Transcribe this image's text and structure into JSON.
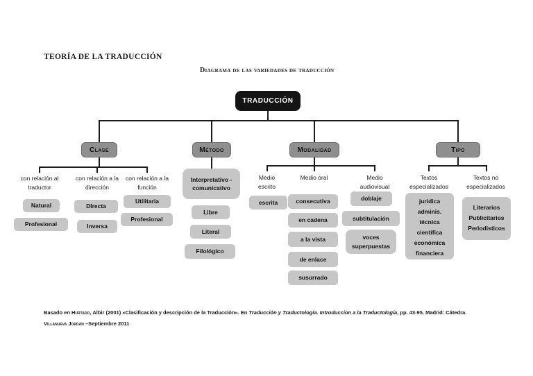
{
  "header": {
    "title": "TEORÍA DE LA TRADUCCIÓN",
    "subtitle": "Diagrama de las variedades de traducción"
  },
  "root_label": "TRADUCCIÓN",
  "clase": {
    "label": "Clase",
    "groups": [
      {
        "caption": "con relación al traductor",
        "items": [
          "Natural",
          "Profesional"
        ]
      },
      {
        "caption": "con relación a la dirección",
        "items": [
          "DIrecta",
          "Inversa"
        ]
      },
      {
        "caption": "con relación a la función",
        "items": [
          "Utilitaria",
          "Profesional"
        ]
      }
    ]
  },
  "metodo": {
    "label": "Método",
    "items": [
      "Interpretativo -comunicativo",
      "Libre",
      "Literal",
      "Filológico"
    ]
  },
  "modalidad": {
    "label": "Modalidad",
    "groups": [
      {
        "caption": "Medio escrito",
        "items": [
          "escrita"
        ]
      },
      {
        "caption": "Medio oral",
        "items": [
          "consecutiva",
          "en cadena",
          "a la vista",
          "de enlace",
          "susurrado"
        ]
      },
      {
        "caption": "Medio audiovisual",
        "items": [
          "doblaje",
          "subtitulación",
          "voces superpuestas"
        ]
      }
    ]
  },
  "tipo": {
    "label": "Tipo",
    "groups": [
      {
        "caption": "Textos especializados",
        "items": [
          "jurídica",
          "adminis.",
          "técnica",
          "científica",
          "económica",
          "financiera"
        ]
      },
      {
        "caption": "Textos no especializados",
        "items": [
          "Literarios",
          "Publicitarios",
          "Periodisticos"
        ]
      }
    ]
  },
  "footer": {
    "citation_prefix": "Basado en ",
    "citation_author_smallcaps": "Hurtado",
    "citation_mid": ", Albir (2001) «Clasificación y descripción de la Traducción». En ",
    "citation_title_italic": "Traducción y Traductología. Introduccion a la Traductología",
    "citation_suffix": ", pp. 43-95. Madrid: Cátedra.",
    "credit_name_smallcaps": "Villanueva Jordán",
    "credit_rest": " –Septiembre 2011"
  },
  "colors": {
    "root_box": "#141414",
    "category_box": "#8f8f8f",
    "item_box": "#c6c6c6",
    "connector": "#1a1a1a",
    "background": "#ffffff"
  }
}
